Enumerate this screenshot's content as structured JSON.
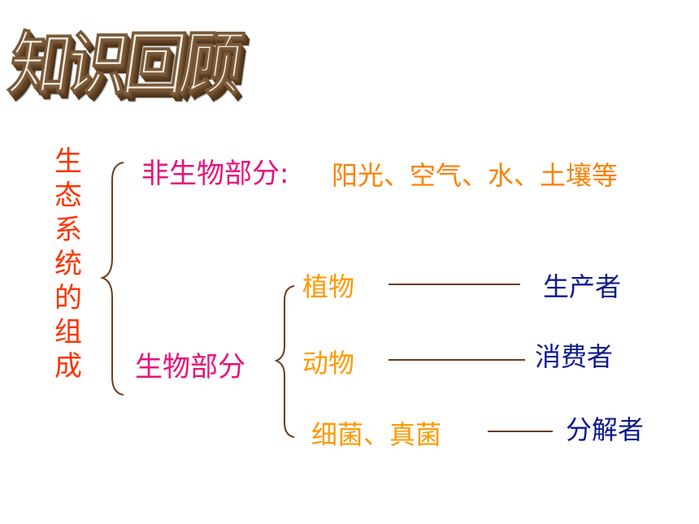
{
  "title": "知识回顾",
  "ecosystem_label": "生态系统的组成",
  "abiotic": {
    "heading": "非生物部分",
    "colon": ":",
    "items": "阳光、空气、水、土壤等"
  },
  "biotic": {
    "heading": "生物部分",
    "rows": [
      {
        "organism": "植物",
        "role": "生产者"
      },
      {
        "organism": "动物",
        "role": "消费者"
      },
      {
        "organism": "细菌、真菌",
        "role": "分解者"
      }
    ]
  },
  "colors": {
    "vertical_label": "#ff3300",
    "headings": "#e8127a",
    "items": "#ff8000",
    "organisms": "#ff9900",
    "roles": "#0d1a8c",
    "connectors": "#6b3d1a"
  }
}
